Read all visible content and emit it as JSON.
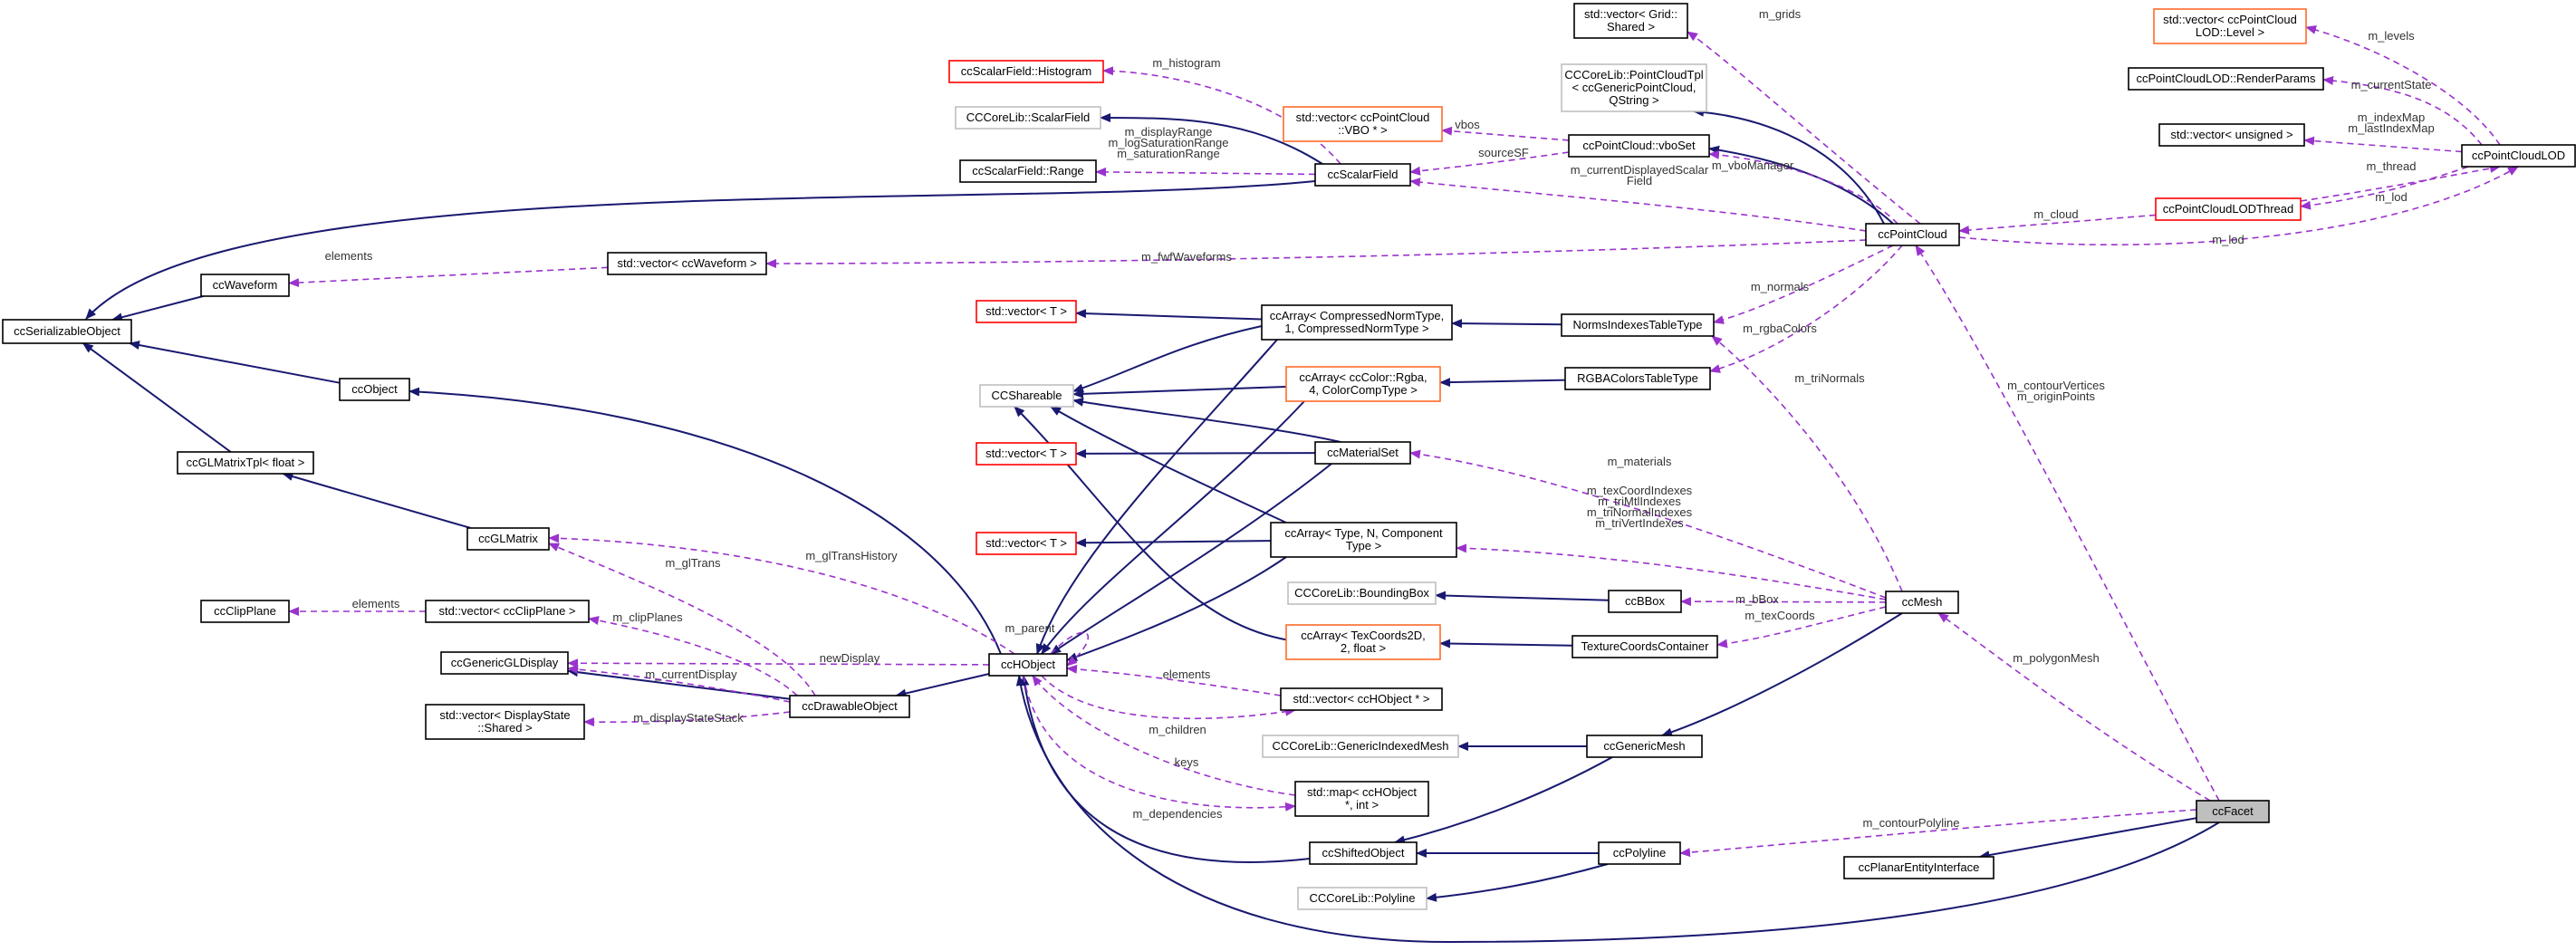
{
  "colors": {
    "node_border": "#000000",
    "node_border_gray": "#bfbfbf",
    "node_border_red": "#ff0000",
    "node_border_orange": "#ff6a2a",
    "focus_fill": "#bfbfbf",
    "inheritance_edge": "#191970",
    "usage_edge": "#9a32cd"
  },
  "nodes": [
    {
      "id": "serializable",
      "style": "black",
      "lines": [
        "ccSerializableObject"
      ]
    },
    {
      "id": "waveform",
      "style": "black",
      "lines": [
        "ccWaveform"
      ]
    },
    {
      "id": "object",
      "style": "black",
      "lines": [
        "ccObject"
      ]
    },
    {
      "id": "glmatrixtpl",
      "style": "black",
      "lines": [
        "ccGLMatrixTpl< float >"
      ]
    },
    {
      "id": "glmatrix",
      "style": "black",
      "lines": [
        "ccGLMatrix"
      ]
    },
    {
      "id": "clipplane",
      "style": "black",
      "lines": [
        "ccClipPlane"
      ]
    },
    {
      "id": "vec_clipplane",
      "style": "black",
      "lines": [
        "std::vector< ccClipPlane >"
      ]
    },
    {
      "id": "genericgldisplay",
      "style": "black",
      "lines": [
        "ccGenericGLDisplay"
      ]
    },
    {
      "id": "vec_displaystate",
      "style": "black",
      "lines": [
        "std::vector< DisplayState",
        "::Shared >"
      ]
    },
    {
      "id": "drawable",
      "style": "black",
      "lines": [
        "ccDrawableObject"
      ]
    },
    {
      "id": "hobject",
      "style": "black",
      "lines": [
        "ccHObject"
      ]
    },
    {
      "id": "histogram",
      "style": "red",
      "lines": [
        "ccScalarField::Histogram"
      ]
    },
    {
      "id": "cc_scalarfield",
      "style": "gray",
      "lines": [
        "CCCoreLib::ScalarField"
      ]
    },
    {
      "id": "sf_range",
      "style": "black",
      "lines": [
        "ccScalarField::Range"
      ]
    },
    {
      "id": "scalarfield",
      "style": "black",
      "lines": [
        "ccScalarField"
      ]
    },
    {
      "id": "vec_waveform",
      "style": "black",
      "lines": [
        "std::vector< ccWaveform >"
      ]
    },
    {
      "id": "vec_T1",
      "style": "red",
      "lines": [
        "std::vector< T >"
      ]
    },
    {
      "id": "vec_T2",
      "style": "red",
      "lines": [
        "std::vector< T >"
      ]
    },
    {
      "id": "vec_T3",
      "style": "red",
      "lines": [
        "std::vector< T >"
      ]
    },
    {
      "id": "shareable",
      "style": "gray",
      "lines": [
        "CCShareable"
      ]
    },
    {
      "id": "arr_norm",
      "style": "black",
      "lines": [
        "ccArray< CompressedNormType,",
        "1, CompressedNormType >"
      ]
    },
    {
      "id": "arr_rgba",
      "style": "orange",
      "lines": [
        "ccArray< ccColor::Rgba,",
        "4, ColorCompType >"
      ]
    },
    {
      "id": "materialset",
      "style": "black",
      "lines": [
        "ccMaterialSet"
      ]
    },
    {
      "id": "arr_generic",
      "style": "black",
      "lines": [
        "ccArray< Type, N, Component",
        "Type >"
      ]
    },
    {
      "id": "arr_tex",
      "style": "orange",
      "lines": [
        "ccArray< TexCoords2D,",
        "2, float >"
      ]
    },
    {
      "id": "vec_vbo",
      "style": "orange",
      "lines": [
        "std::vector< ccPointCloud",
        "::VBO * >"
      ]
    },
    {
      "id": "vboset",
      "style": "black",
      "lines": [
        "ccPointCloud::vboSet"
      ]
    },
    {
      "id": "vec_grid",
      "style": "black",
      "lines": [
        "std::vector< Grid::",
        "Shared >"
      ]
    },
    {
      "id": "pctpl",
      "style": "gray",
      "lines": [
        "CCCoreLib::PointCloudTpl",
        "< ccGenericPointCloud,",
        "QString >"
      ]
    },
    {
      "id": "normsidx",
      "style": "black",
      "lines": [
        "NormsIndexesTableType"
      ]
    },
    {
      "id": "rgbacolors",
      "style": "black",
      "lines": [
        "RGBAColorsTableType"
      ]
    },
    {
      "id": "bbox_cc",
      "style": "gray",
      "lines": [
        "CCCoreLib::BoundingBox"
      ]
    },
    {
      "id": "bbox",
      "style": "black",
      "lines": [
        "ccBBox"
      ]
    },
    {
      "id": "texcont",
      "style": "black",
      "lines": [
        "TextureCoordsContainer"
      ]
    },
    {
      "id": "vec_hobject",
      "style": "black",
      "lines": [
        "std::vector< ccHObject * >"
      ]
    },
    {
      "id": "cc_genmesh",
      "style": "gray",
      "lines": [
        "CCCoreLib::GenericIndexedMesh"
      ]
    },
    {
      "id": "genmesh",
      "style": "black",
      "lines": [
        "ccGenericMesh"
      ]
    },
    {
      "id": "map_hobject",
      "style": "black",
      "lines": [
        "std::map< ccHObject",
        "*, int >"
      ]
    },
    {
      "id": "shifted",
      "style": "black",
      "lines": [
        "ccShiftedObject"
      ]
    },
    {
      "id": "polyline",
      "style": "black",
      "lines": [
        "ccPolyline"
      ]
    },
    {
      "id": "cc_polyline",
      "style": "gray",
      "lines": [
        "CCCoreLib::Polyline"
      ]
    },
    {
      "id": "pointcloud",
      "style": "black",
      "lines": [
        "ccPointCloud"
      ]
    },
    {
      "id": "mesh",
      "style": "black",
      "lines": [
        "ccMesh"
      ]
    },
    {
      "id": "lod_level",
      "style": "orange",
      "lines": [
        "std::vector< ccPointCloud",
        "LOD::Level >"
      ]
    },
    {
      "id": "lod_render",
      "style": "black",
      "lines": [
        "ccPointCloudLOD::RenderParams"
      ]
    },
    {
      "id": "vec_unsigned",
      "style": "black",
      "lines": [
        "std::vector< unsigned >"
      ]
    },
    {
      "id": "lod",
      "style": "black",
      "lines": [
        "ccPointCloudLOD"
      ]
    },
    {
      "id": "lodthread",
      "style": "red",
      "lines": [
        "ccPointCloudLODThread"
      ]
    },
    {
      "id": "planar",
      "style": "black",
      "lines": [
        "ccPlanarEntityInterface"
      ]
    },
    {
      "id": "facet",
      "style": "focus",
      "lines": [
        "ccFacet"
      ]
    }
  ],
  "edge_labels": [
    {
      "id": "l_elements_wf",
      "lines": [
        "elements"
      ]
    },
    {
      "id": "l_histogram",
      "lines": [
        "m_histogram"
      ]
    },
    {
      "id": "l_range",
      "lines": [
        "m_displayRange",
        "m_logSaturationRange",
        "m_saturationRange"
      ]
    },
    {
      "id": "l_vbos",
      "lines": [
        "vbos"
      ]
    },
    {
      "id": "l_sourcesf",
      "lines": [
        "sourceSF"
      ]
    },
    {
      "id": "l_grids",
      "lines": [
        "m_grids"
      ]
    },
    {
      "id": "l_vbomanager",
      "lines": [
        "m_vboManager"
      ]
    },
    {
      "id": "l_cursf",
      "lines": [
        "m_currentDisplayedScalar",
        "Field"
      ]
    },
    {
      "id": "l_fwf",
      "lines": [
        "m_fwfWaveforms"
      ]
    },
    {
      "id": "l_normals",
      "lines": [
        "m_normals"
      ]
    },
    {
      "id": "l_rgba",
      "lines": [
        "m_rgbaColors"
      ]
    },
    {
      "id": "l_trinormals",
      "lines": [
        "m_triNormals"
      ]
    },
    {
      "id": "l_materials",
      "lines": [
        "m_materials"
      ]
    },
    {
      "id": "l_texidx",
      "lines": [
        "m_texCoordIndexes",
        "m_triMtlIndexes",
        "m_triNormalIndexes",
        "m_triVertIndexes"
      ]
    },
    {
      "id": "l_bbox",
      "lines": [
        "m_bBox"
      ]
    },
    {
      "id": "l_texcoords",
      "lines": [
        "m_texCoords"
      ]
    },
    {
      "id": "l_gltrans_hist",
      "lines": [
        "m_glTransHistory"
      ]
    },
    {
      "id": "l_gltrans",
      "lines": [
        "m_glTrans"
      ]
    },
    {
      "id": "l_elements_cp",
      "lines": [
        "elements"
      ]
    },
    {
      "id": "l_clipplanes",
      "lines": [
        "m_clipPlanes"
      ]
    },
    {
      "id": "l_parent",
      "lines": [
        "m_parent"
      ]
    },
    {
      "id": "l_newdisplay",
      "lines": [
        "newDisplay"
      ]
    },
    {
      "id": "l_curdisplay",
      "lines": [
        "m_currentDisplay"
      ]
    },
    {
      "id": "l_dispstack",
      "lines": [
        "m_displayStateStack"
      ]
    },
    {
      "id": "l_elements_ho",
      "lines": [
        "elements"
      ]
    },
    {
      "id": "l_children",
      "lines": [
        "m_children"
      ]
    },
    {
      "id": "l_keys",
      "lines": [
        "keys"
      ]
    },
    {
      "id": "l_deps",
      "lines": [
        "m_dependencies"
      ]
    },
    {
      "id": "l_contourpoly",
      "lines": [
        "m_contourPolyline"
      ]
    },
    {
      "id": "l_polymesh",
      "lines": [
        "m_polygonMesh"
      ]
    },
    {
      "id": "l_contourverts",
      "lines": [
        "m_contourVertices",
        "m_originPoints"
      ]
    },
    {
      "id": "l_levels",
      "lines": [
        "m_levels"
      ]
    },
    {
      "id": "l_curstate",
      "lines": [
        "m_currentState"
      ]
    },
    {
      "id": "l_indexmap",
      "lines": [
        "m_indexMap",
        "m_lastIndexMap"
      ]
    },
    {
      "id": "l_thread",
      "lines": [
        "m_thread"
      ]
    },
    {
      "id": "l_cloud",
      "lines": [
        "m_cloud"
      ]
    },
    {
      "id": "l_lod1",
      "lines": [
        "m_lod"
      ]
    },
    {
      "id": "l_lod2",
      "lines": [
        "m_lod"
      ]
    }
  ]
}
